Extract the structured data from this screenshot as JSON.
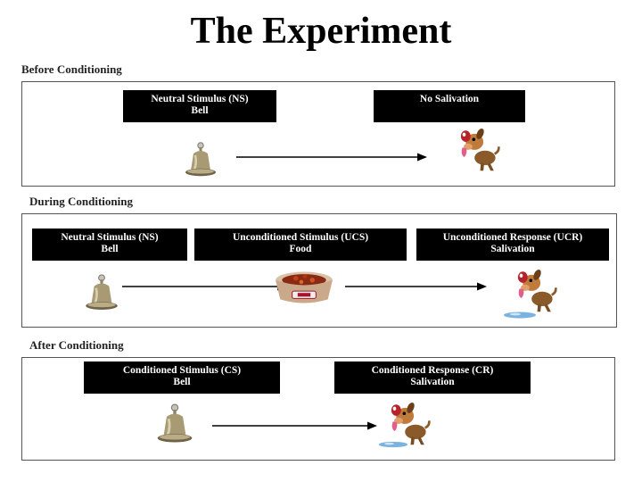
{
  "title": "The Experiment",
  "sections": {
    "before": {
      "label": "Before Conditioning",
      "stimulus": {
        "line1": "Neutral Stimulus (NS)",
        "line2": "Bell"
      },
      "response": {
        "line1": "No Salivation"
      }
    },
    "during": {
      "label": "During Conditioning",
      "stimulus": {
        "line1": "Neutral Stimulus (NS)",
        "line2": "Bell"
      },
      "unconditioned": {
        "line1": "Unconditioned Stimulus (UCS)",
        "line2": "Food"
      },
      "response": {
        "line1": "Unconditioned Response (UCR)",
        "line2": "Salivation"
      }
    },
    "after": {
      "label": "After Conditioning",
      "stimulus": {
        "line1": "Conditioned Stimulus (CS)",
        "line2": "Bell"
      },
      "response": {
        "line1": "Conditioned Response (CR)",
        "line2": "Salivation"
      }
    }
  },
  "icons": [
    "bell-icon",
    "dog-icon",
    "food-bowl-icon",
    "drool-puddle-icon",
    "arrow-right-icon"
  ],
  "colors": {
    "box_bg": "#000000",
    "box_text": "#ffffff",
    "bell": "#a89a72",
    "dog": "#8a5a2b",
    "bowl": "#c9a98a",
    "drool": "#7ab3e0"
  }
}
